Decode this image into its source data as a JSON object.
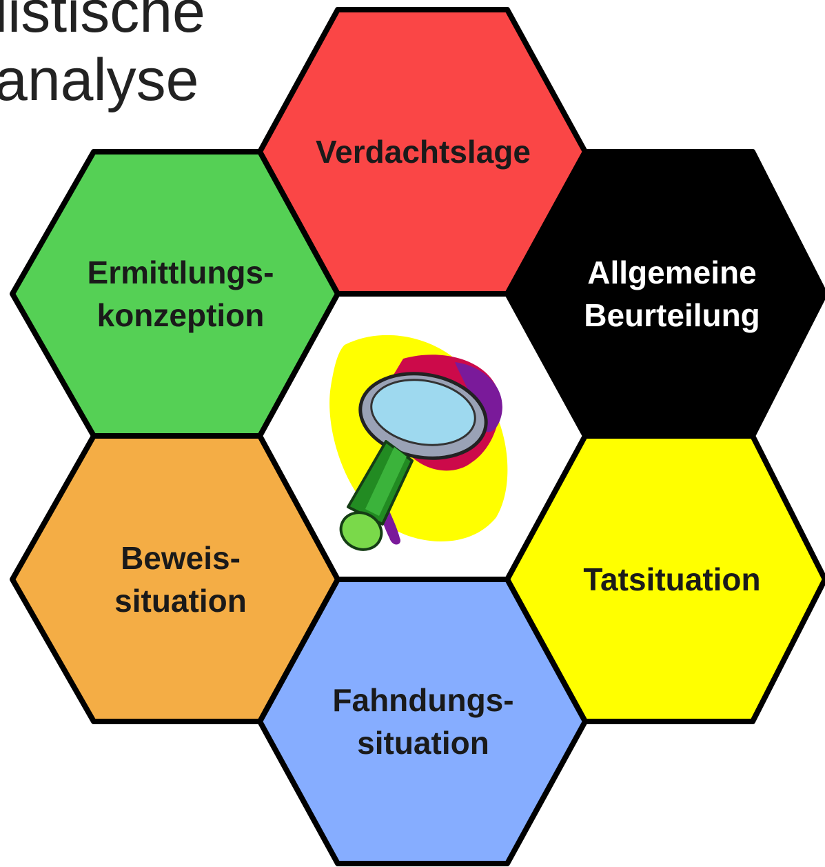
{
  "title": {
    "line1": "listische",
    "line2": "analyse"
  },
  "center": {
    "icon": "magnifying-glass-icon"
  },
  "hexagons": [
    {
      "id": "verdachtslage",
      "lines": [
        "Verdachtslage"
      ],
      "fill": "#fa4646",
      "text_color": "#1a1a1a"
    },
    {
      "id": "allgemeine-beurteilung",
      "lines": [
        "Allgemeine",
        "Beurteilung"
      ],
      "fill": "#000000",
      "text_color": "#ffffff"
    },
    {
      "id": "tatsituation",
      "lines": [
        "Tatsituation"
      ],
      "fill": "#ffff00",
      "text_color": "#1a1a1a"
    },
    {
      "id": "fahndungssituation",
      "lines": [
        "Fahndungs-",
        "situation"
      ],
      "fill": "#86adff",
      "text_color": "#1a1a1a"
    },
    {
      "id": "beweissituation",
      "lines": [
        "Beweis-",
        "situation"
      ],
      "fill": "#f4ad45",
      "text_color": "#1a1a1a"
    },
    {
      "id": "ermittlungskonzeption",
      "lines": [
        "Ermittlungs-",
        "konzeption"
      ],
      "fill": "#55d055",
      "text_color": "#1a1a1a"
    }
  ]
}
